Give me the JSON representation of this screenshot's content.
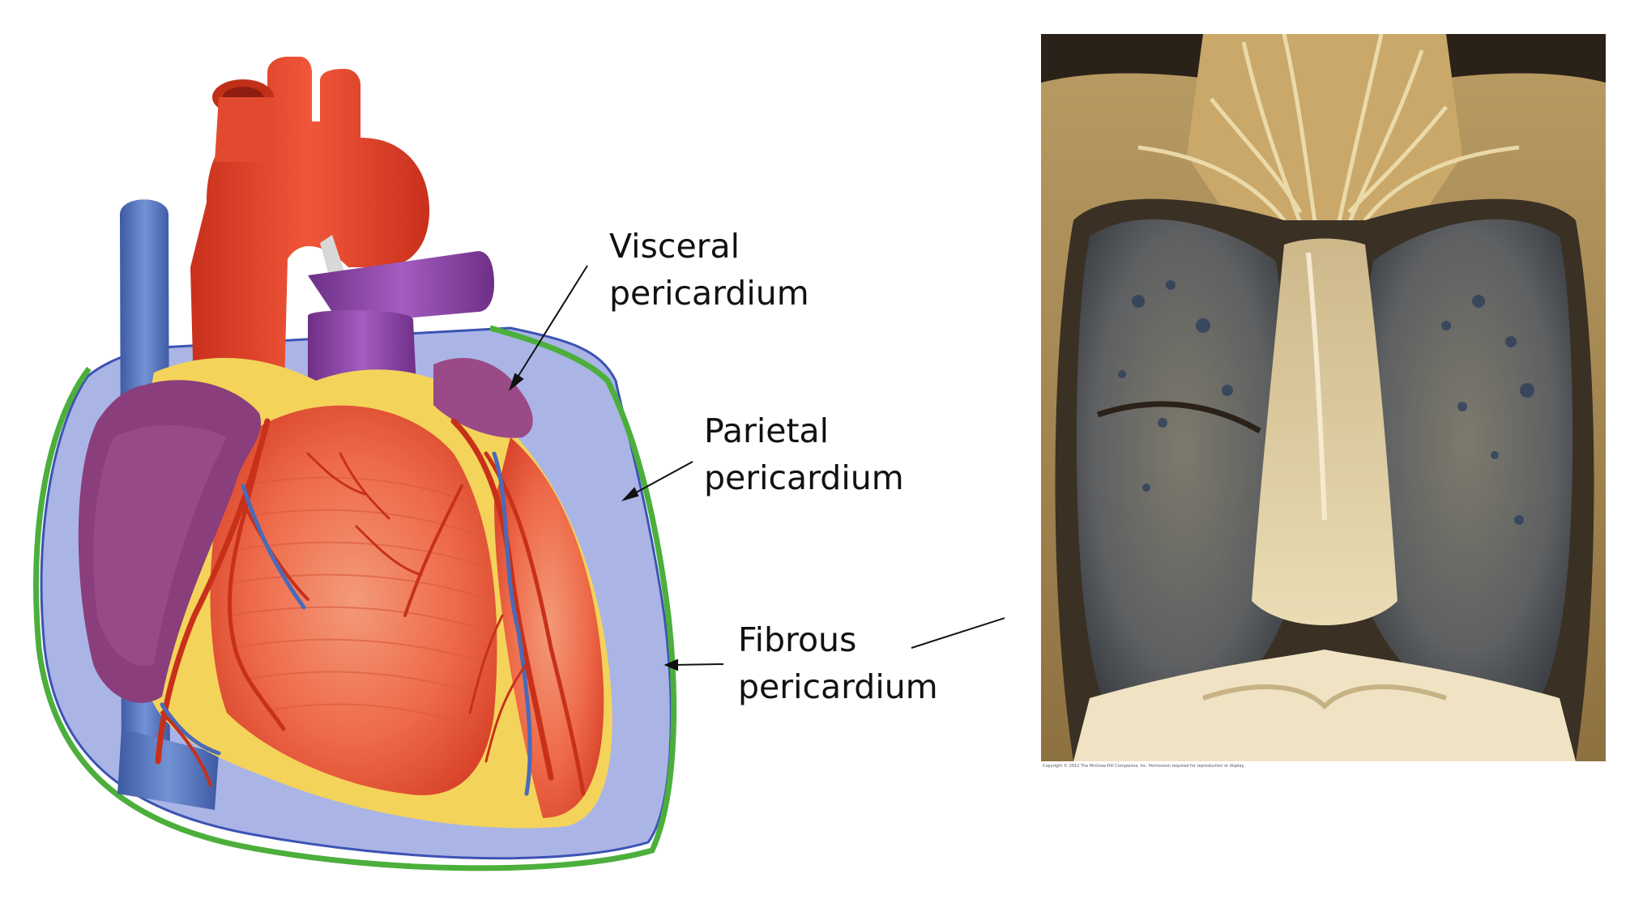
{
  "labels": {
    "visceral": {
      "line1": "Visceral",
      "line2": "pericardium"
    },
    "parietal": {
      "line1": "Parietal",
      "line2": "pericardium"
    },
    "fibrous": {
      "line1": "Fibrous",
      "line2": "pericardium"
    }
  },
  "colors": {
    "fibrous_outline": "#4caf3c",
    "parietal_layer": "#a9b4e6",
    "parietal_edge": "#3a4fb0",
    "aorta": "#e8432b",
    "pulmonary_trunk": "#8e3fa0",
    "vena_cava": "#5a78c0",
    "myocardium": "#ef6a4a",
    "fat": "#f6d65a",
    "right_atrium": "#8a3d7a"
  },
  "icons": {
    "heart": "heart-illustration",
    "cadaver": "cadaver-thorax-photo"
  },
  "photo_caption": "Copyright © 2012 The McGraw-Hill Companies, Inc. Permission required for reproduction or display."
}
